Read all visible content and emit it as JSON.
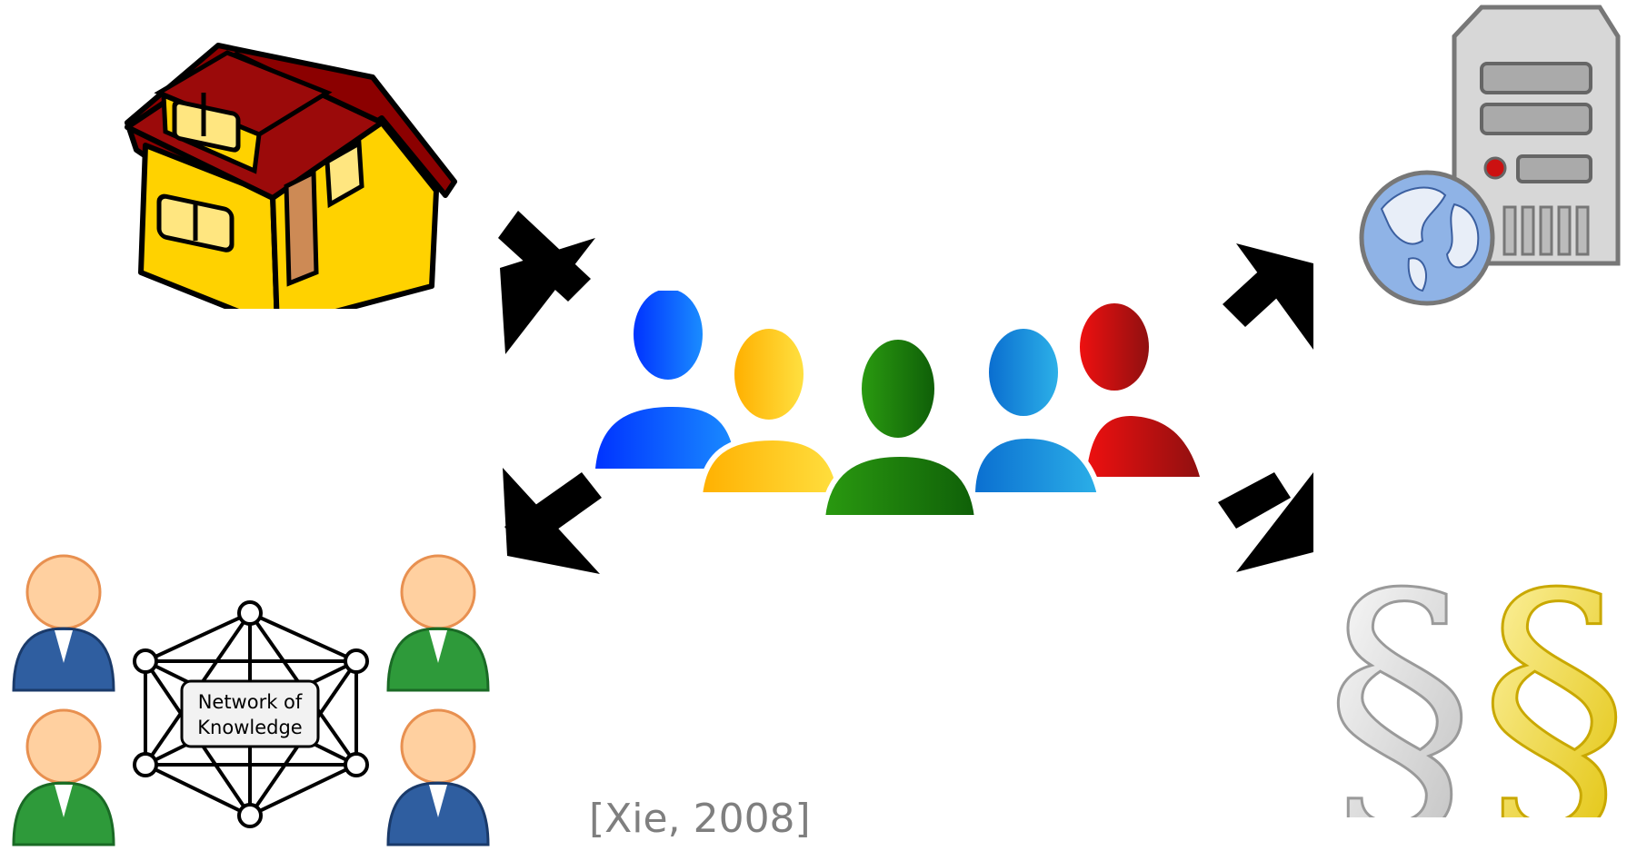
{
  "network": {
    "label_line1": "Network of",
    "label_line2": "Knowledge"
  },
  "citation": "[Xie, 2008]",
  "icons": {
    "house": "house-icon",
    "server": "server-globe-icon",
    "network": "network-of-knowledge-icon",
    "paragraphs": "section-sign-icon",
    "people": "user-group-icon"
  },
  "colors": {
    "person_blue": "#0a4bff",
    "person_yellow": "#ffc20e",
    "person_green": "#1f8a10",
    "person_lightblue": "#1a8fd0",
    "person_red": "#d01010",
    "house_wall": "#ffd200",
    "house_roof": "#8b0000",
    "arrow": "#000000",
    "citation": "#7f7f7f"
  }
}
